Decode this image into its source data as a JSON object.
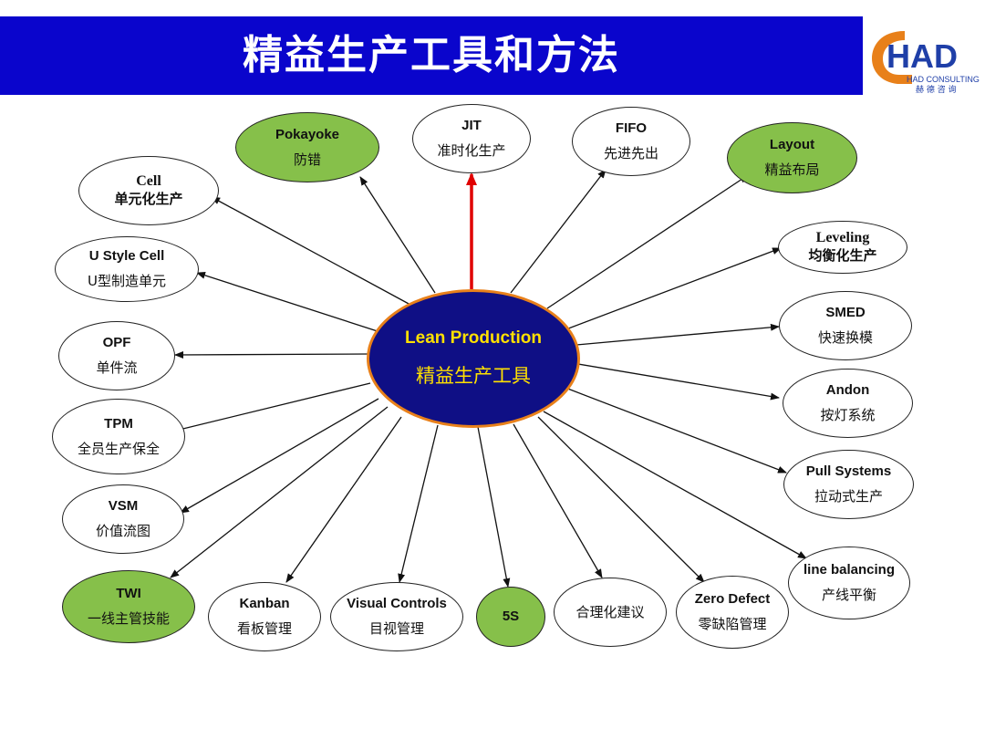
{
  "header": {
    "title": "精益生产工具和方法"
  },
  "logo": {
    "mark": "HAD",
    "sub": "HAD CONSULTING",
    "cn": "赫 德 咨 询"
  },
  "colors": {
    "header_bg": "#0a05cc",
    "center_bg": "#0f0f85",
    "center_border": "#e8801a",
    "center_text": "#ffe000",
    "highlight_node": "#86c04a",
    "jit_arrow": "#e00000",
    "logo_orange": "#e8801a",
    "logo_blue": "#1f3fa8"
  },
  "center": {
    "en": "Lean Production",
    "cn": "精益生产工具"
  },
  "nodes": [
    {
      "id": "jit",
      "en": "JIT",
      "cn": "准时化生产"
    },
    {
      "id": "pokayoke",
      "en": "Pokayoke",
      "cn": "防错"
    },
    {
      "id": "fifo",
      "en": "FIFO",
      "cn": "先进先出"
    },
    {
      "id": "layout",
      "en": "Layout",
      "cn": "精益布局"
    },
    {
      "id": "cell",
      "en": "Cell",
      "cn": "单元化生产"
    },
    {
      "id": "ustyle",
      "en": "U Style Cell",
      "cn": "U型制造单元"
    },
    {
      "id": "leveling",
      "en": "Leveling",
      "cn": "均衡化生产"
    },
    {
      "id": "opf",
      "en": "OPF",
      "cn": "单件流"
    },
    {
      "id": "smed",
      "en": "SMED",
      "cn": "快速换模"
    },
    {
      "id": "tpm",
      "en": "TPM",
      "cn": "全员生产保全"
    },
    {
      "id": "andon",
      "en": "Andon",
      "cn": "按灯系统"
    },
    {
      "id": "pull",
      "en": "Pull Systems",
      "cn": "拉动式生产"
    },
    {
      "id": "vsm",
      "en": "VSM",
      "cn": "价值流图"
    },
    {
      "id": "linebal",
      "en": "line balancing",
      "cn": "产线平衡"
    },
    {
      "id": "twi",
      "en": "TWI",
      "cn": "一线主管技能"
    },
    {
      "id": "kanban",
      "en": "Kanban",
      "cn": "看板管理"
    },
    {
      "id": "visual",
      "en": "Visual Controls",
      "cn": "目视管理"
    },
    {
      "id": "5s",
      "en": "5S",
      "cn": ""
    },
    {
      "id": "suggest",
      "en": "",
      "cn": "合理化建议"
    },
    {
      "id": "zerodef",
      "en": "Zero Defect",
      "cn": "零缺陷管理"
    }
  ]
}
